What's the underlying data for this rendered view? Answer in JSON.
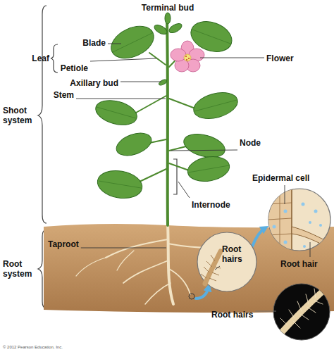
{
  "diagram": {
    "nodes": [
      {
        "text": [
          "Root hairs"
        ]
      }
    ],
    "labels": [
      "Terminal bud",
      "Blade",
      "Leaf",
      "Petiole",
      "Flower",
      "Axillary bud",
      "Stem",
      "Shoot system",
      "Node",
      "Internode",
      "Epidermal cell",
      "Taproot",
      "Root system",
      "Root hair",
      "Root hairs",
      "© 2012 Pearson Education, Inc."
    ]
  }
}
